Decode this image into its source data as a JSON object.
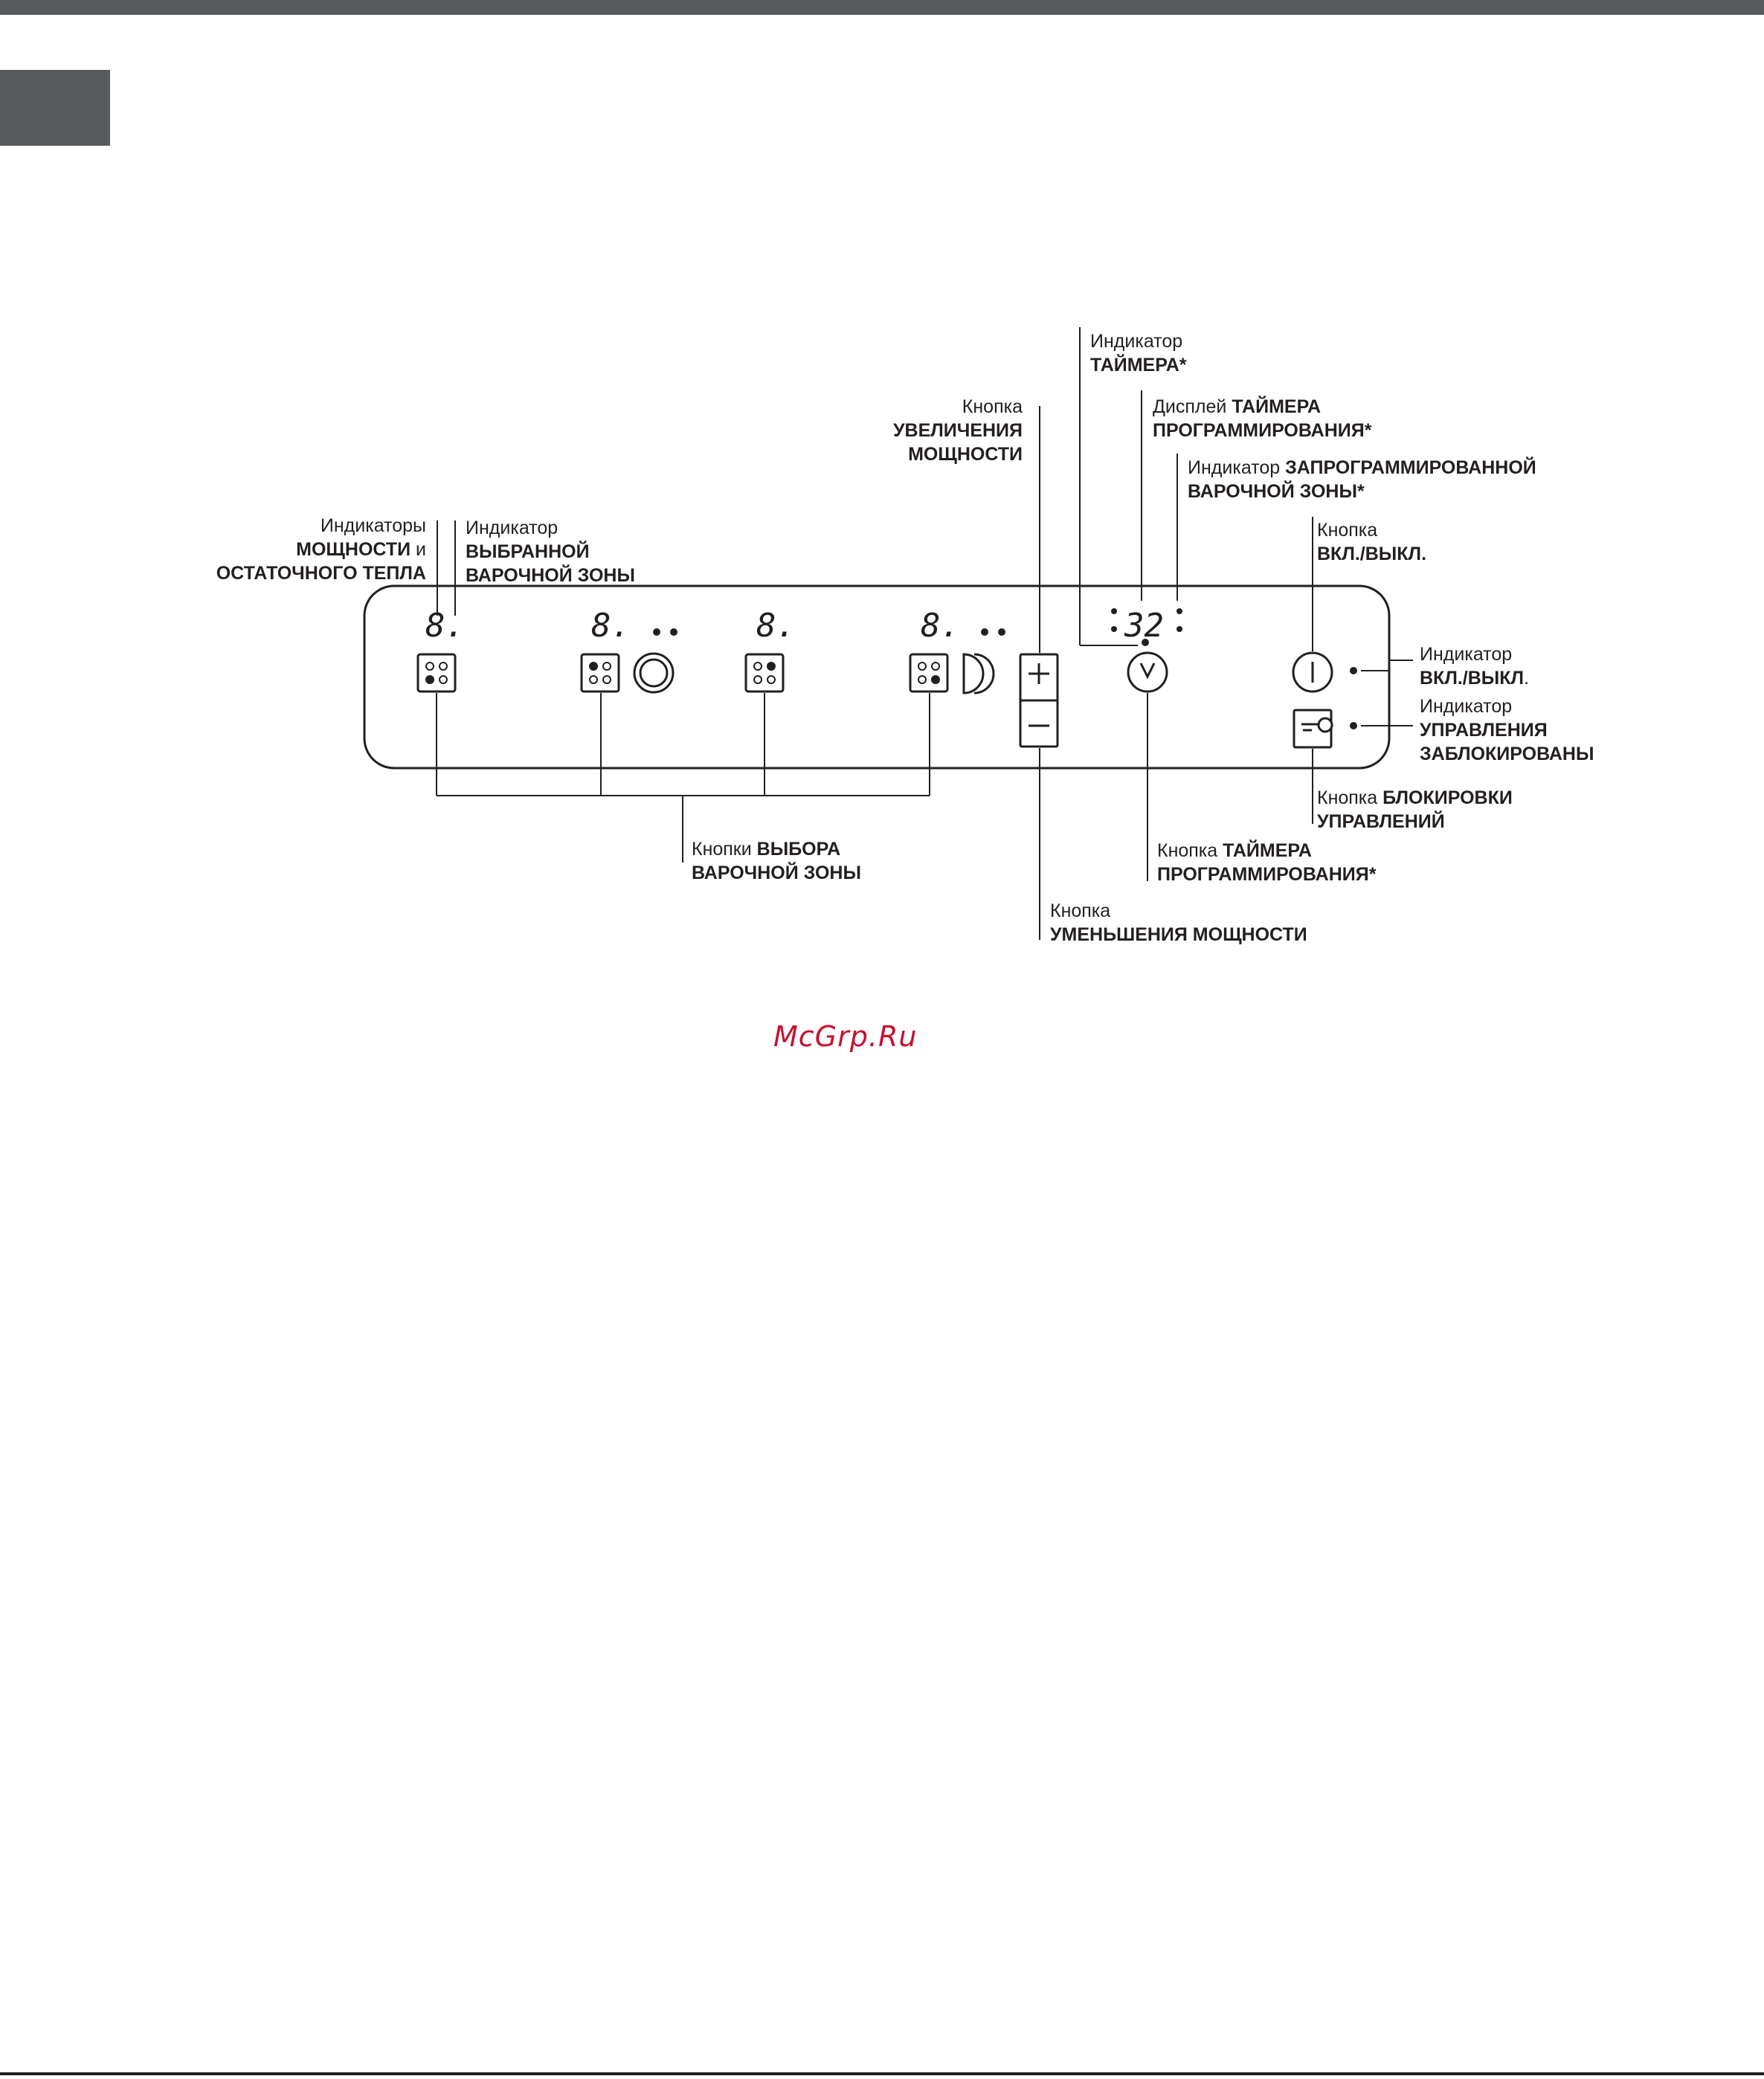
{
  "labels": {
    "power_indicators": {
      "l1": "Индикаторы",
      "l2a": "МОЩНОСТИ",
      "l2b": " и",
      "l3": "ОСТАТОЧНОГО ТЕПЛА"
    },
    "selected_zone_indicator": {
      "l1": "Индикатор",
      "l2": "ВЫБРАННОЙ",
      "l3": "ВАРОЧНОЙ ЗОНЫ"
    },
    "increase_button": {
      "l1": "Кнопка",
      "l2": "УВЕЛИЧЕНИЯ",
      "l3": "МОЩНОСТИ"
    },
    "timer_indicator": {
      "l1": "Индикатор",
      "l2": "ТАЙМЕРА*"
    },
    "timer_display": {
      "l1a": "Дисплей ",
      "l1b": "ТАЙМЕРА",
      "l2": "ПРОГРАММИРОВАНИЯ*"
    },
    "programmed_zone_indicator": {
      "l1a": "Индикатор ",
      "l1b": "ЗАПРОГРАММИРОВАННОЙ",
      "l2": "ВАРОЧНОЙ ЗОНЫ*"
    },
    "onoff_button": {
      "l1": "Кнопка",
      "l2": "ВКЛ./ВЫКЛ."
    },
    "onoff_indicator": {
      "l1": "Индикатор",
      "l2a": "ВКЛ./ВЫКЛ",
      "l2b": "."
    },
    "lock_indicator": {
      "l1": "Индикатор",
      "l2": "УПРАВЛЕНИЯ",
      "l3": "ЗАБЛОКИРОВАНЫ"
    },
    "lock_button": {
      "l1a": "Кнопка ",
      "l1b": "БЛОКИРОВКИ",
      "l2": "УПРАВЛЕНИЙ"
    },
    "timer_button": {
      "l1a": "Кнопка ",
      "l1b": "ТАЙМЕРА",
      "l2": "ПРОГРАММИРОВАНИЯ*"
    },
    "zone_select_buttons": {
      "l1a": "Кнопки ",
      "l1b": "ВЫБОРА",
      "l2": "ВАРОЧНОЙ ЗОНЫ"
    },
    "decrease_button": {
      "l1": "Кнопка",
      "l2": "УМЕНЬШЕНИЯ МОЩНОСТИ"
    }
  },
  "panel": {
    "zone_displays": [
      "8.",
      "8.",
      "8.",
      "8."
    ],
    "timer_display": "32"
  },
  "watermark": "McGrp.Ru"
}
